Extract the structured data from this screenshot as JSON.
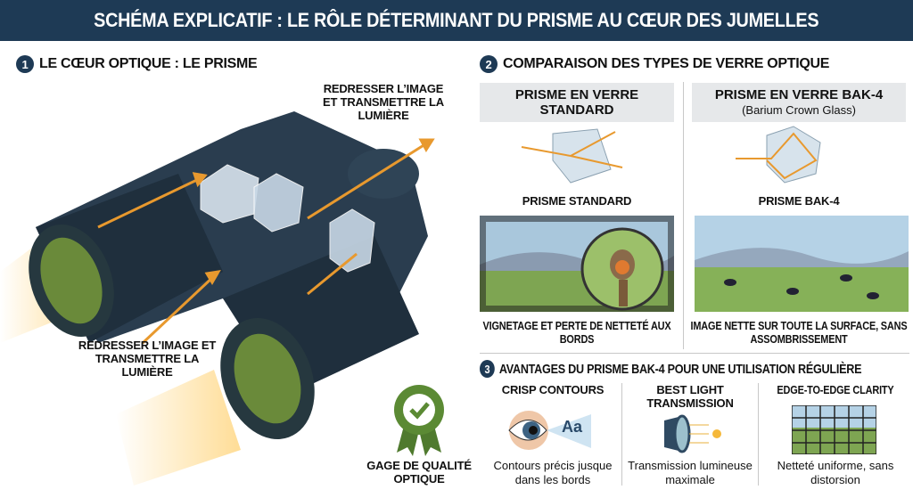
{
  "title": "SCHÉMA EXPLICATIF : LE RÔLE DÉTERMINANT DU PRISME AU CŒUR DES JUMELLES",
  "section1": {
    "number": "1",
    "title": "LE CŒUR OPTIQUE : LE PRISME",
    "label_top": "REDRESSER L’IMAGE ET TRANSMETTRE LA LUMIÈRE",
    "label_bottom": "REDRESSER L’IMAGE ET TRANSMETTRE LA LUMIÈRE",
    "badge": "GAGE DE QUALITÉ OPTIQUE"
  },
  "section2": {
    "number": "2",
    "title": "COMPARAISON DES TYPES DE VERRE OPTIQUE",
    "standard": {
      "title": "PRISME EN VERRE STANDARD",
      "prism_label": "PRISME STANDARD",
      "caption": "VIGNETAGE ET PERTE DE NETTETÉ AUX BORDS"
    },
    "bak4": {
      "title": "PRISME EN VERRE BAK-4",
      "subtitle": "(Barium Crown Glass)",
      "prism_label": "PRISME BAK-4",
      "caption": "IMAGE NETTE SUR TOUTE LA SURFACE, SANS ASSOMBRISSEMENT"
    }
  },
  "section3": {
    "number": "3",
    "title": "AVANTAGES DU PRISME BAK-4 POUR UNE UTILISATION RÉGULIÈRE",
    "items": [
      {
        "title": "CRISP CONTOURS",
        "caption": "Contours précis jusque dans les bords"
      },
      {
        "title": "BEST LIGHT TRANSMISSION",
        "caption": "Transmission lumineuse maximale"
      },
      {
        "title": "EDGE-TO-EDGE CLARITY",
        "caption": "Netteté uniforme, sans distorsion"
      }
    ]
  },
  "colors": {
    "navy": "#1e3a55",
    "arrow": "#e8992e",
    "badge": "#4f7a2e"
  }
}
